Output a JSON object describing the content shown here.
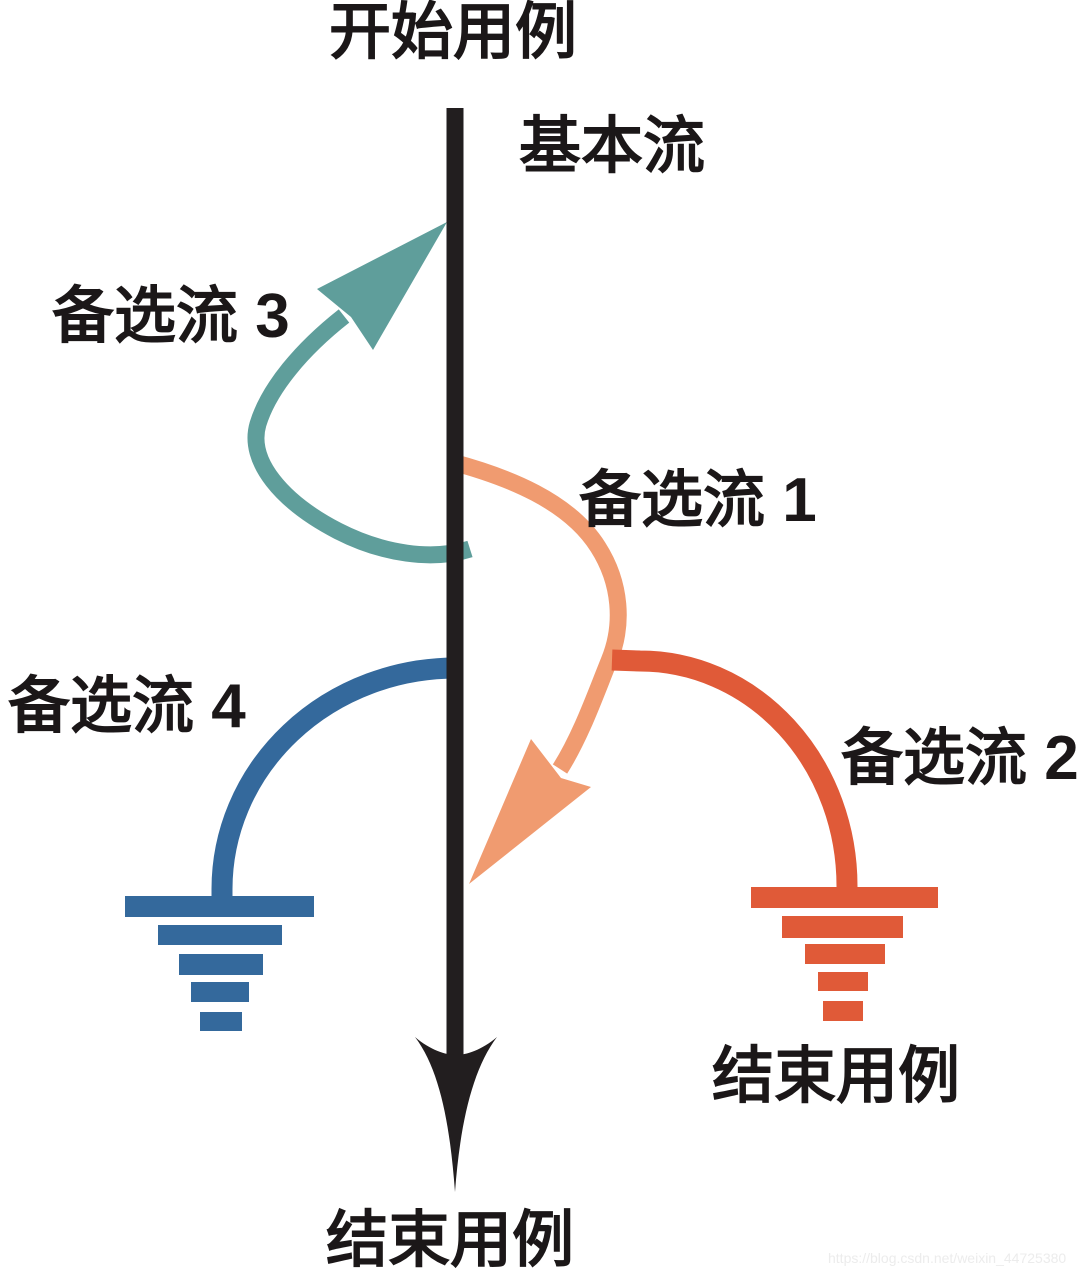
{
  "diagram": {
    "labels": {
      "start": "开始用例",
      "basic_flow": "基本流",
      "alt1": "备选流 1",
      "alt2": "备选流 2",
      "alt3": "备选流 3",
      "alt4": "备选流 4",
      "end_right": "结束用例",
      "end_bottom": "结束用例"
    },
    "watermark": "https://blog.csdn.net/weixin_44725380",
    "colors": {
      "basic_flow": "#221e1f",
      "alt1": "#f09b70",
      "alt2": "#e05a38",
      "alt3": "#5f9e9b",
      "alt4": "#34699c"
    }
  }
}
